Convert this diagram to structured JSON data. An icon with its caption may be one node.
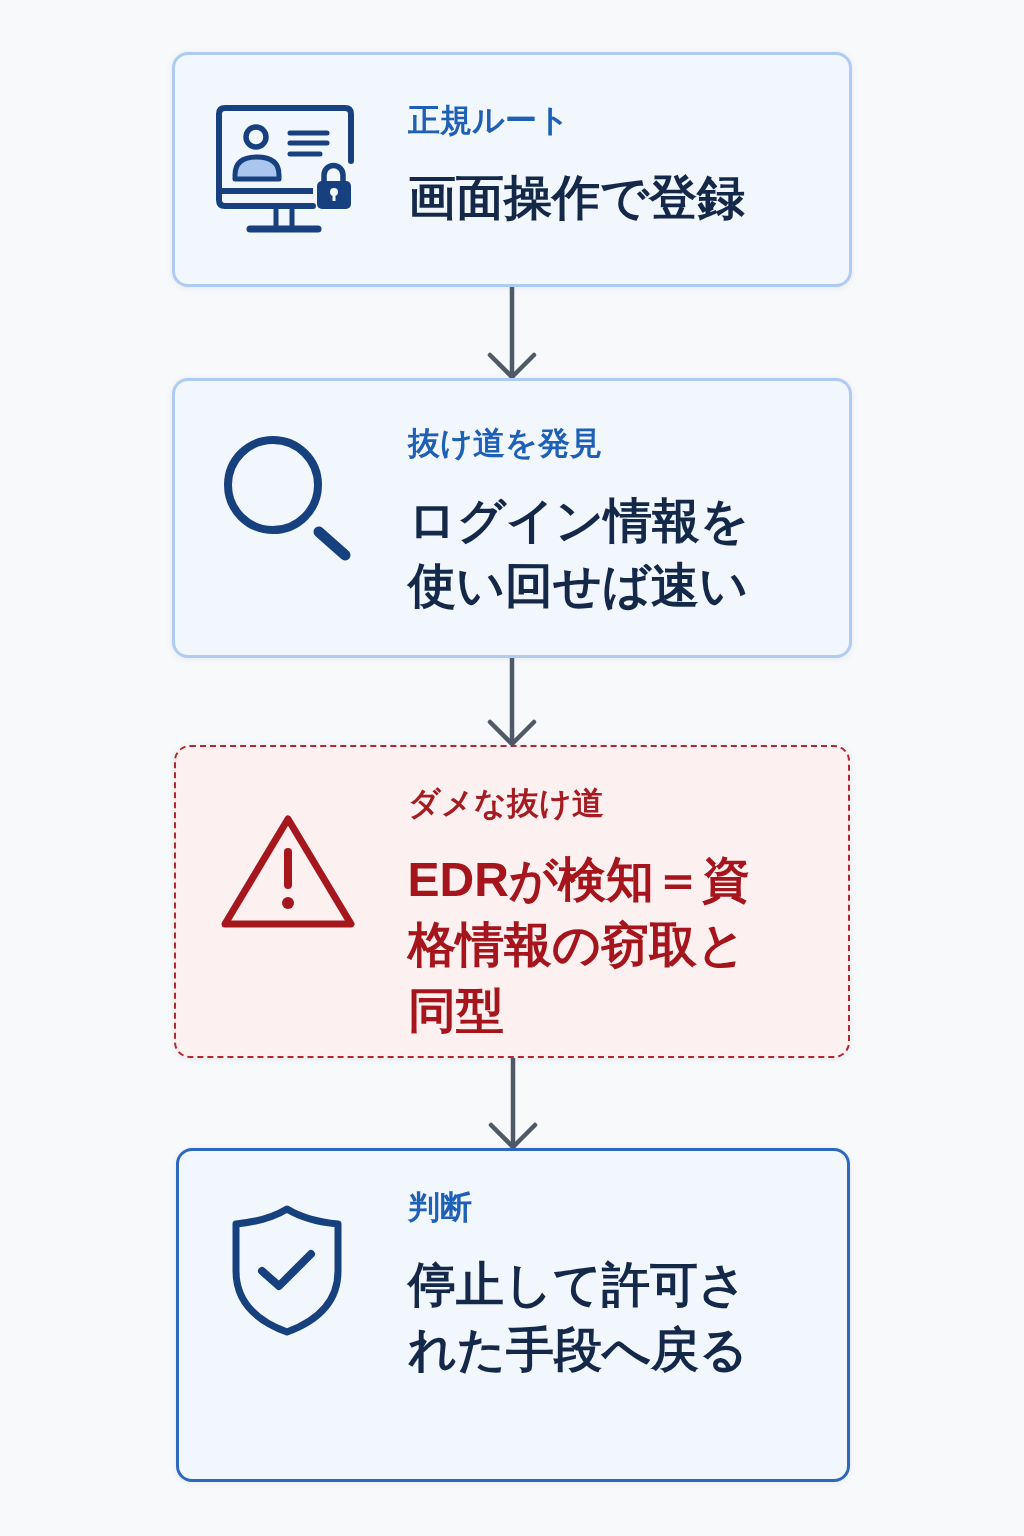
{
  "diagram": {
    "nodes": [
      {
        "text": [
          "正規ルート",
          "画面操作で登録"
        ]
      },
      {
        "text": [
          "抜け道を発見",
          "ログイン情報を使い回せば速い"
        ]
      },
      {
        "text": [
          "ダメな抜け道",
          "EDRが検知＝資格情報の窃取と同型"
        ]
      },
      {
        "text": [
          "判断",
          "停止して許可された手段へ戻る"
        ]
      }
    ],
    "edges": [
      {
        "from": 0,
        "to": 1,
        "arrow": "to"
      },
      {
        "from": 1,
        "to": 2,
        "arrow": "to"
      },
      {
        "from": 2,
        "to": 3,
        "arrow": "to"
      }
    ]
  }
}
